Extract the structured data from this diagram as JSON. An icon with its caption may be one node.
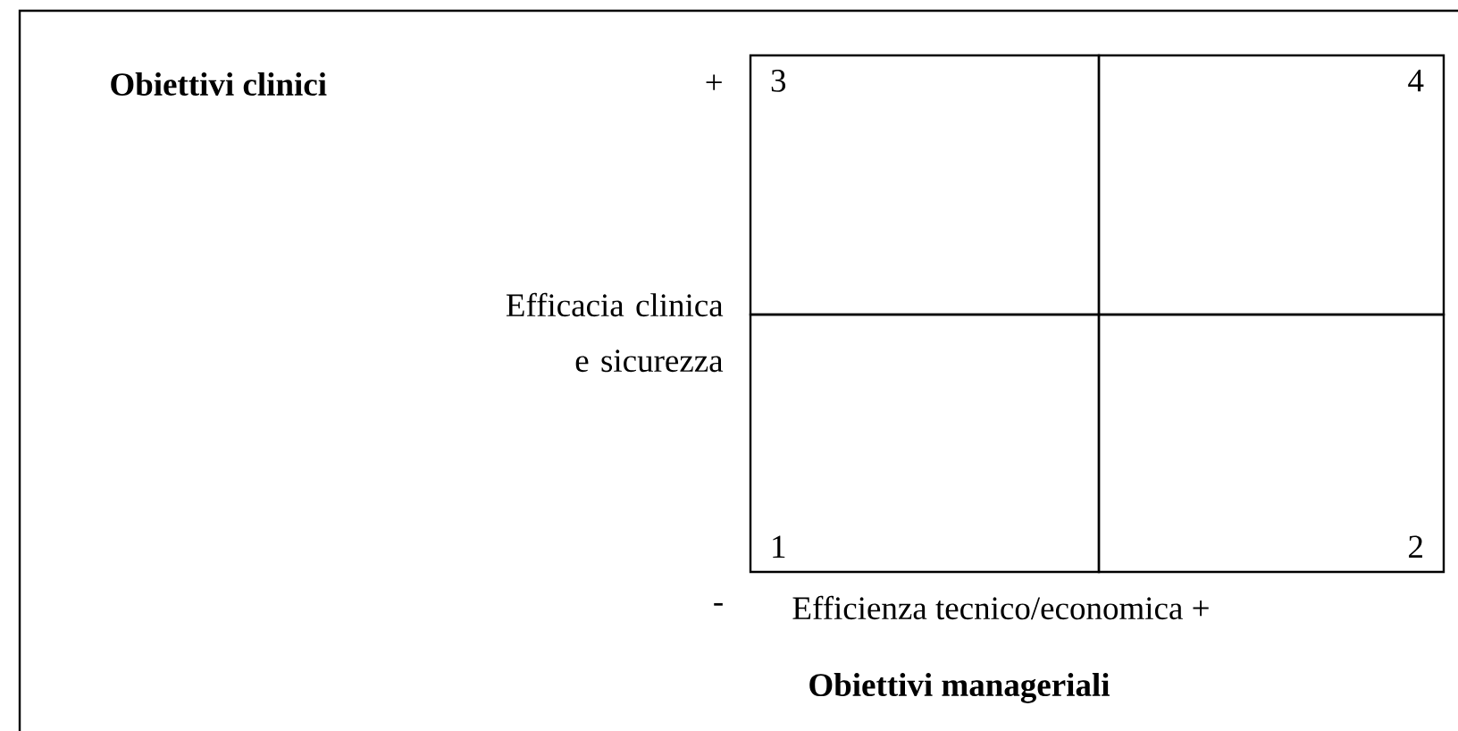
{
  "diagram": {
    "nodes": [
      {
        "text": [
          "3"
        ]
      },
      {
        "text": [
          "4"
        ]
      },
      {
        "text": [
          "1"
        ]
      },
      {
        "text": [
          "2"
        ]
      }
    ],
    "labels": [
      "Obiettivi clinici",
      "+",
      "Efficacia clinica e sicurezza",
      "-",
      "Efficienza tecnico/economica +",
      "Obiettivi manageriali"
    ]
  }
}
